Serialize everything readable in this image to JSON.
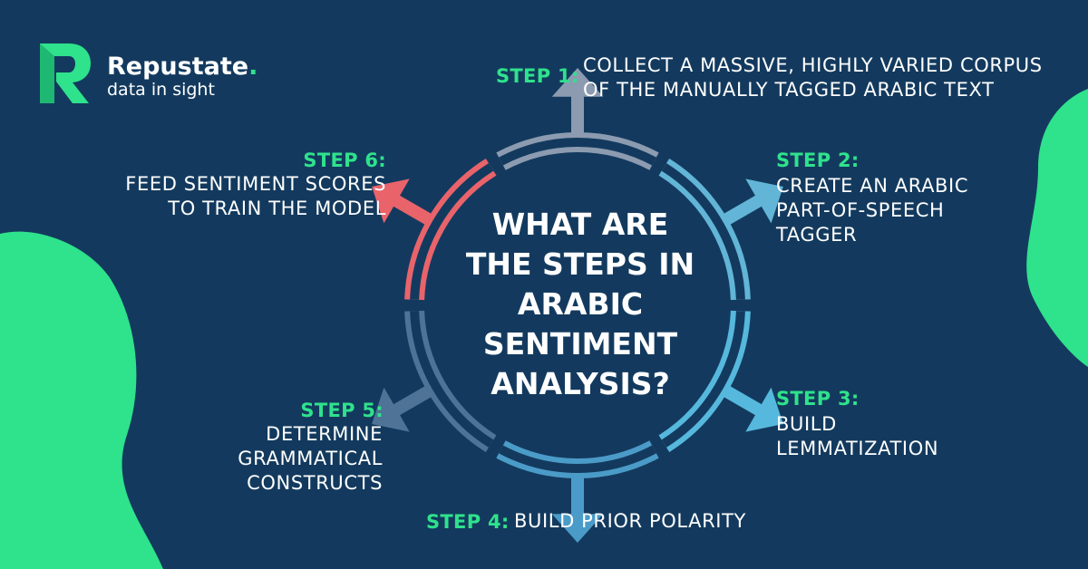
{
  "brand": {
    "name": "Repustate",
    "dot": ".",
    "tagline": "data in sight"
  },
  "center_title": "WHAT ARE\nTHE STEPS IN\nARABIC\nSENTIMENT\nANALYSIS?",
  "steps": [
    {
      "label": "STEP 1:",
      "text": "COLLECT A MASSIVE, HIGHLY VARIED CORPUS\nOF THE MANUALLY TAGGED ARABIC TEXT",
      "color": "#8c9bb0"
    },
    {
      "label": "STEP 2:",
      "text": "CREATE AN ARABIC\nPART-OF-SPEECH\nTAGGER",
      "color": "#62b5d6"
    },
    {
      "label": "STEP 3:",
      "text": "BUILD\nLEMMATIZATION",
      "color": "#56b8dd"
    },
    {
      "label": "STEP 4:",
      "text": "BUILD PRIOR POLARITY",
      "color": "#4b9bc8"
    },
    {
      "label": "STEP 5:",
      "text": "DETERMINE\nGRAMMATICAL\nCONSTRUCTS",
      "color": "#4e7397"
    },
    {
      "label": "STEP 6:",
      "text": "FEED SENTIMENT SCORES\nTO TRAIN THE MODEL",
      "color": "#e9636b"
    }
  ],
  "colors": {
    "background": "#133a5e",
    "accent_green": "#2fe28c",
    "text": "#ffffff"
  }
}
